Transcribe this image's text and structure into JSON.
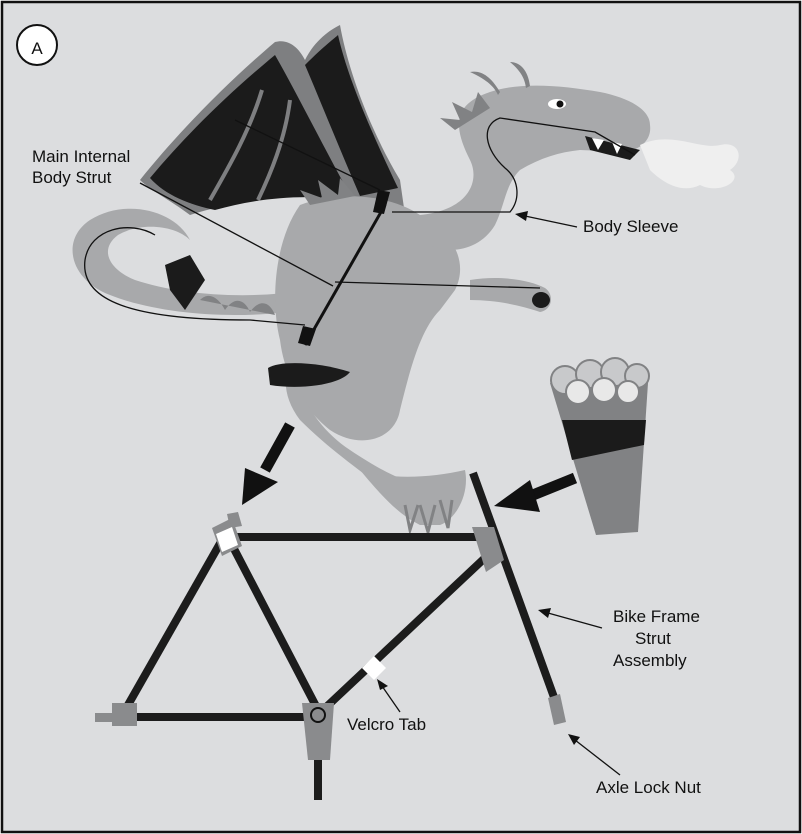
{
  "panel": {
    "letter": "A"
  },
  "labels": {
    "main_strut": [
      "Main Internal",
      "Body Strut"
    ],
    "body_sleeve": "Body Sleeve",
    "bike_frame": [
      "Bike Frame",
      "Strut",
      "Assembly"
    ],
    "velcro_tab": "Velcro Tab",
    "axle_nut": "Axle Lock Nut"
  },
  "colors": {
    "background": "#dcdddf",
    "dragon_body": "#a8a9ab",
    "dragon_dark": "#818284",
    "wing": "#1b1b1b",
    "strut": "#1c1c1c",
    "connector": "#8a8b8d",
    "velcro": "#ffffff",
    "flame": "#efefef"
  },
  "icons": {
    "dragon": "dragon-figure-icon",
    "cup": "cup-icon",
    "arrow": "down-left-arrow-icon"
  }
}
